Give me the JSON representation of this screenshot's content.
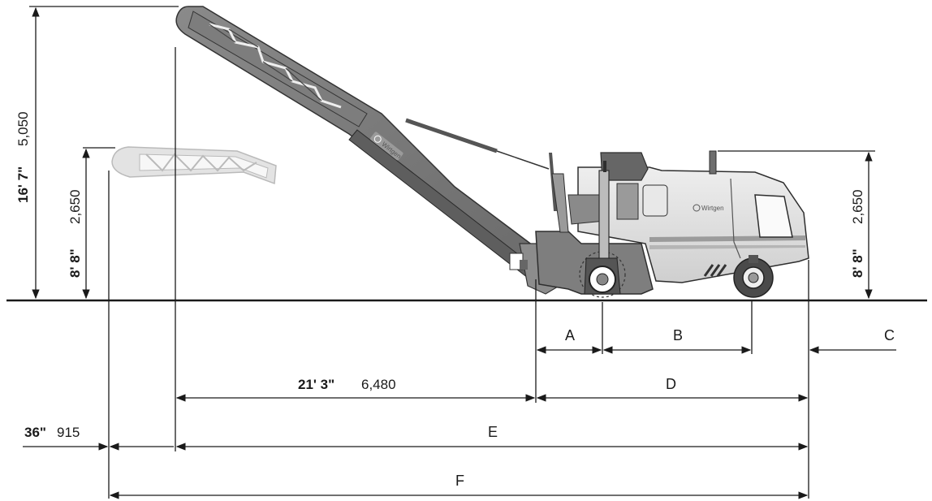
{
  "dimensions": {
    "max_height_imperial": "16' 7\"",
    "max_height_metric": "5,050",
    "folded_height_left_imperial": "8' 8\"",
    "folded_height_left_metric": "2,650",
    "machine_height_imperial": "8' 8\"",
    "machine_height_metric": "2,650",
    "conveyor_reach_imperial": "21' 3\"",
    "conveyor_reach_metric": "6,480",
    "overhang_imperial": "36\"",
    "overhang_metric": "915"
  },
  "labels": {
    "a": "A",
    "b": "B",
    "c": "C",
    "d": "D",
    "e": "E",
    "f": "F"
  },
  "brand_logo": "Wirtgen"
}
